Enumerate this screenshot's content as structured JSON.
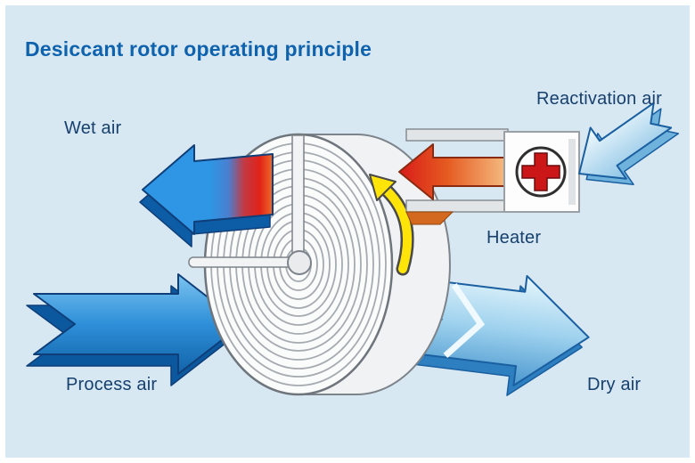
{
  "title": "Desiccant rotor operating principle",
  "labels": {
    "wet_air": "Wet air",
    "reactivation_air": "Reactivation air",
    "heater": "Heater",
    "process_air": "Process air",
    "dry_air": "Dry air"
  },
  "colors": {
    "background": "#d7e8f2",
    "frame_border": "#ffffff",
    "title_text": "#0f62ad",
    "label_text": "#17406e",
    "process_air_arrow": "#2e8fd8",
    "dry_air_arrow": "#9fd2ee",
    "wet_air_arrow": "#2e96e4",
    "hot_air_arrow": "#d81c1a",
    "reactivation_air_arrow": "#cfe9f7",
    "rotation_arrow": "#ffe40a",
    "heater_cross": "#cc1719",
    "rotor_body": "#f1f2f3",
    "rotor_rings": "#a5abb0"
  }
}
